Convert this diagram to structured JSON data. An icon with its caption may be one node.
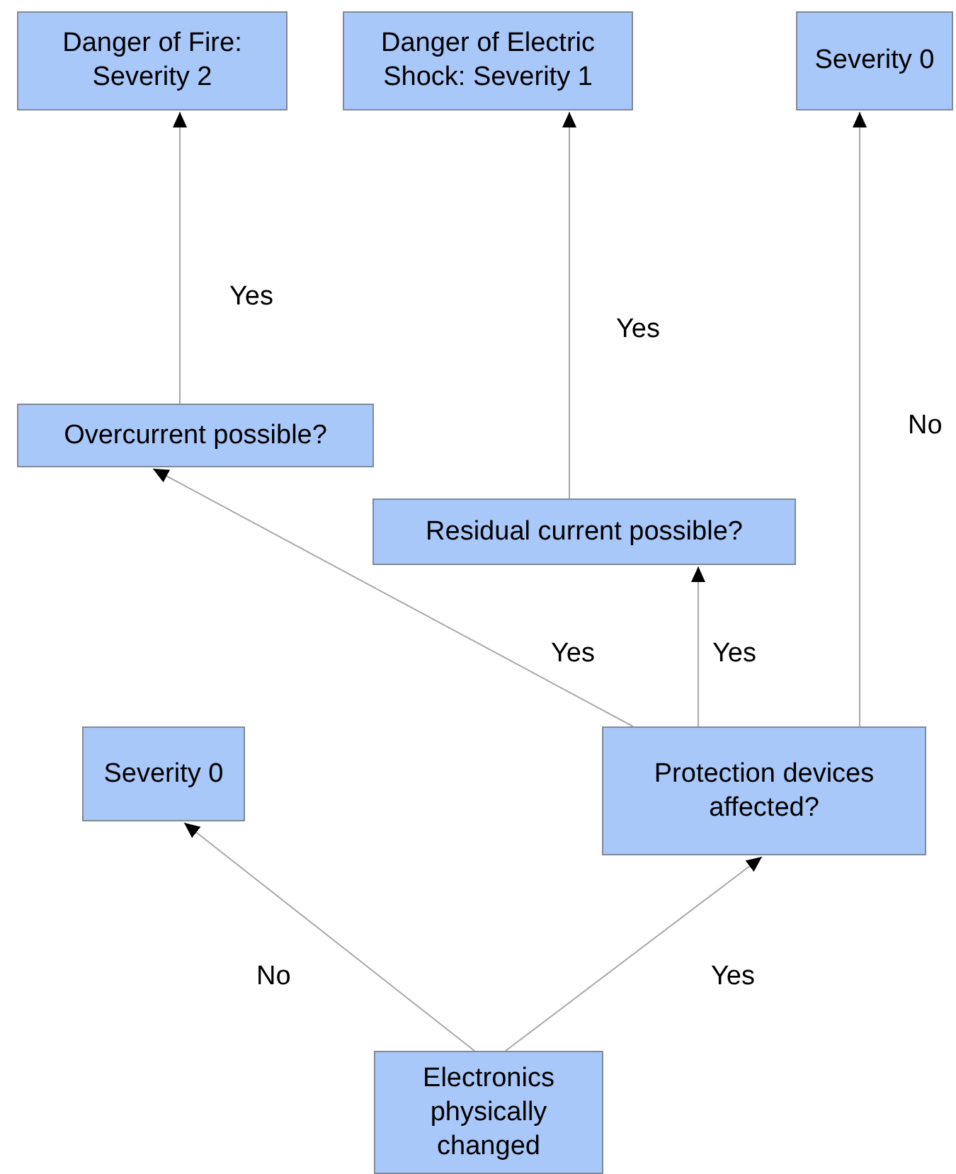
{
  "diagram": {
    "nodes": [
      {
        "text": [
          "Danger of Fire: Severity 2"
        ]
      },
      {
        "text": [
          "Danger of Electric Shock: Severity 1"
        ]
      },
      {
        "text": [
          "Severity 0"
        ]
      },
      {
        "text": [
          "Overcurrent possible?"
        ]
      },
      {
        "text": [
          "Residual current possible?"
        ]
      },
      {
        "text": [
          "Severity 0"
        ]
      },
      {
        "text": [
          "Protection devices affected?"
        ]
      },
      {
        "text": [
          "Electronics physically changed"
        ]
      }
    ],
    "edges": [
      {
        "from": 3,
        "to": 0,
        "arrow": "to",
        "label": "Yes"
      },
      {
        "from": 4,
        "to": 1,
        "arrow": "to",
        "label": "Yes"
      },
      {
        "from": 6,
        "to": 2,
        "arrow": "to",
        "label": "No"
      },
      {
        "from": 6,
        "to": 3,
        "arrow": "to",
        "label": "Yes"
      },
      {
        "from": 6,
        "to": 4,
        "arrow": "to",
        "label": "Yes"
      },
      {
        "from": 7,
        "to": 5,
        "arrow": "to",
        "label": "No"
      },
      {
        "from": 7,
        "to": 6,
        "arrow": "to",
        "label": "Yes"
      }
    ]
  }
}
